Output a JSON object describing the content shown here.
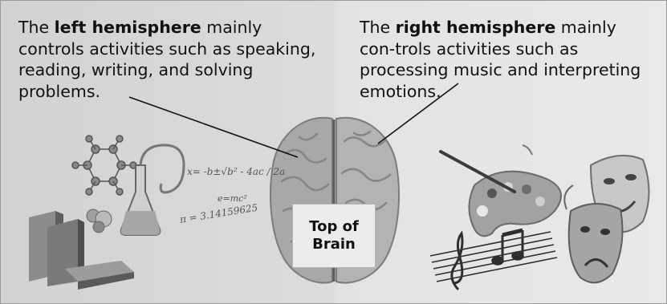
{
  "left_caption": {
    "before": "The ",
    "bold": "left hemisphere",
    "after": " mainly controls activities such as speaking, reading, writing, and solving problems."
  },
  "right_caption": {
    "before": "The ",
    "bold": "right hemisphere",
    "after": " mainly con-trols activities such as processing music and interpreting emotions."
  },
  "center_label": "Top of Brain",
  "math": {
    "quadratic": "x= -b±√b² - 4ac / 2a",
    "energy": "e=mc²",
    "pi": "π = 3.14159625"
  },
  "icons": [
    "books-icon",
    "molecule-icon",
    "flask-icon",
    "palette-icon",
    "music-staff-icon",
    "theater-masks-icon",
    "brain-icon"
  ]
}
